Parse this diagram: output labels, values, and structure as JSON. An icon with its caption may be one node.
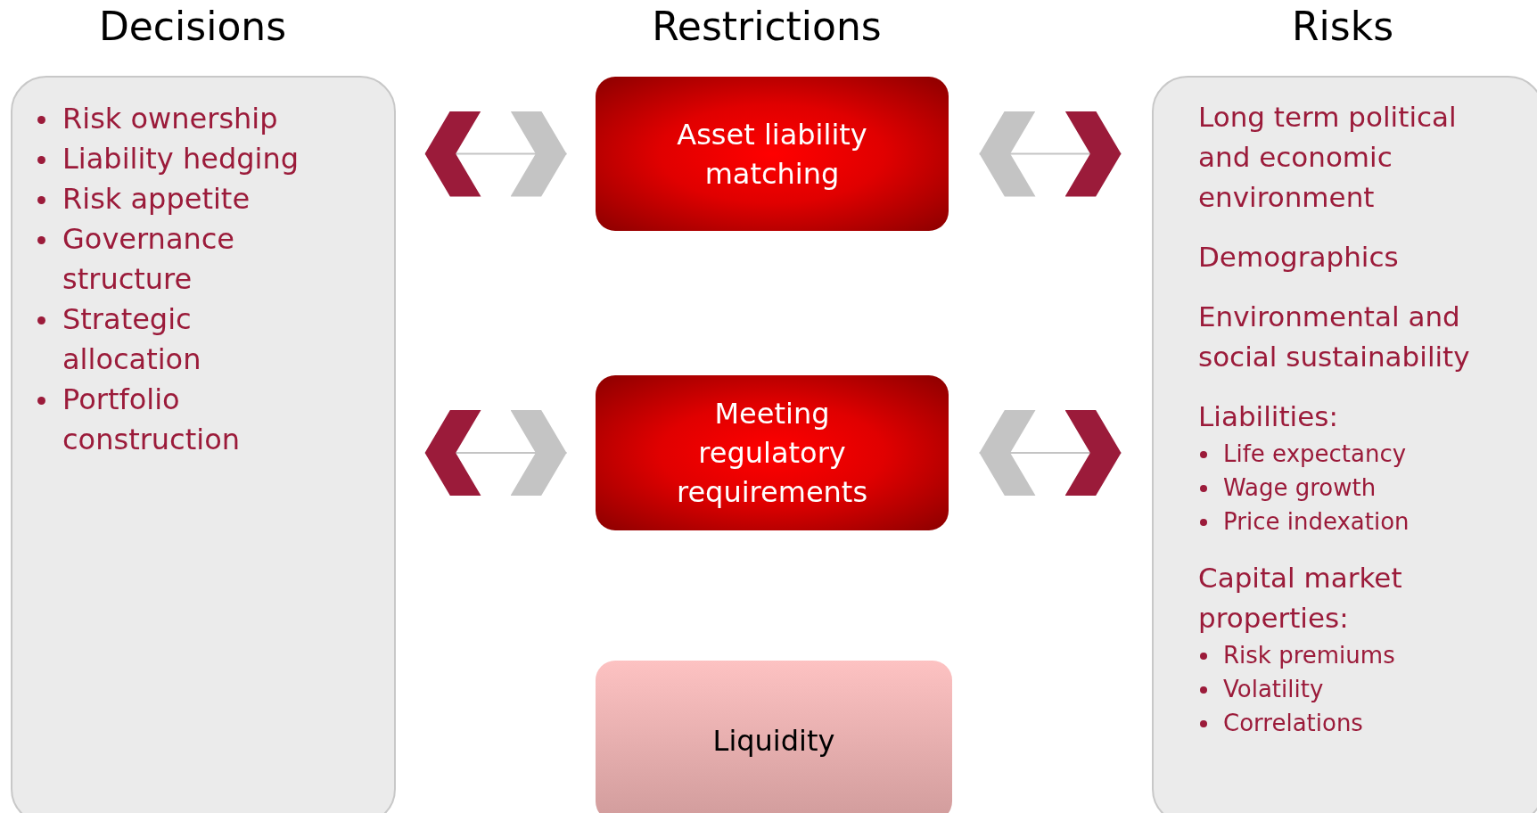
{
  "diagram": {
    "nodes": [
      {
        "text": [
          "Risk ownership",
          "Liability hedging",
          "Risk appetite",
          "Governance structure",
          "Strategic allocation",
          "Portfolio construction"
        ],
        "beside": [
          "Decisions"
        ]
      },
      {
        "text": [
          "Asset liability matching"
        ]
      },
      {
        "text": [
          "Meeting regulatory requirements"
        ]
      },
      {
        "text": [
          "Liquidity"
        ]
      },
      {
        "text": [
          "Long term political and economic environment",
          "Demographics",
          "Environmental and social sustainability",
          "Liabilities:",
          "Life expectancy",
          "Wage growth",
          "Price indexation",
          "Capital market properties:",
          "Risk premiums",
          "Volatility",
          "Correlations"
        ],
        "beside": [
          "Risks"
        ]
      }
    ],
    "edges": [
      {
        "from": 0,
        "to": 1,
        "arrow": "both"
      },
      {
        "from": 4,
        "to": 1,
        "arrow": "both"
      },
      {
        "from": 0,
        "to": 2,
        "arrow": "both"
      },
      {
        "from": 4,
        "to": 2,
        "arrow": "both"
      }
    ],
    "labels": [
      "Restrictions"
    ]
  }
}
